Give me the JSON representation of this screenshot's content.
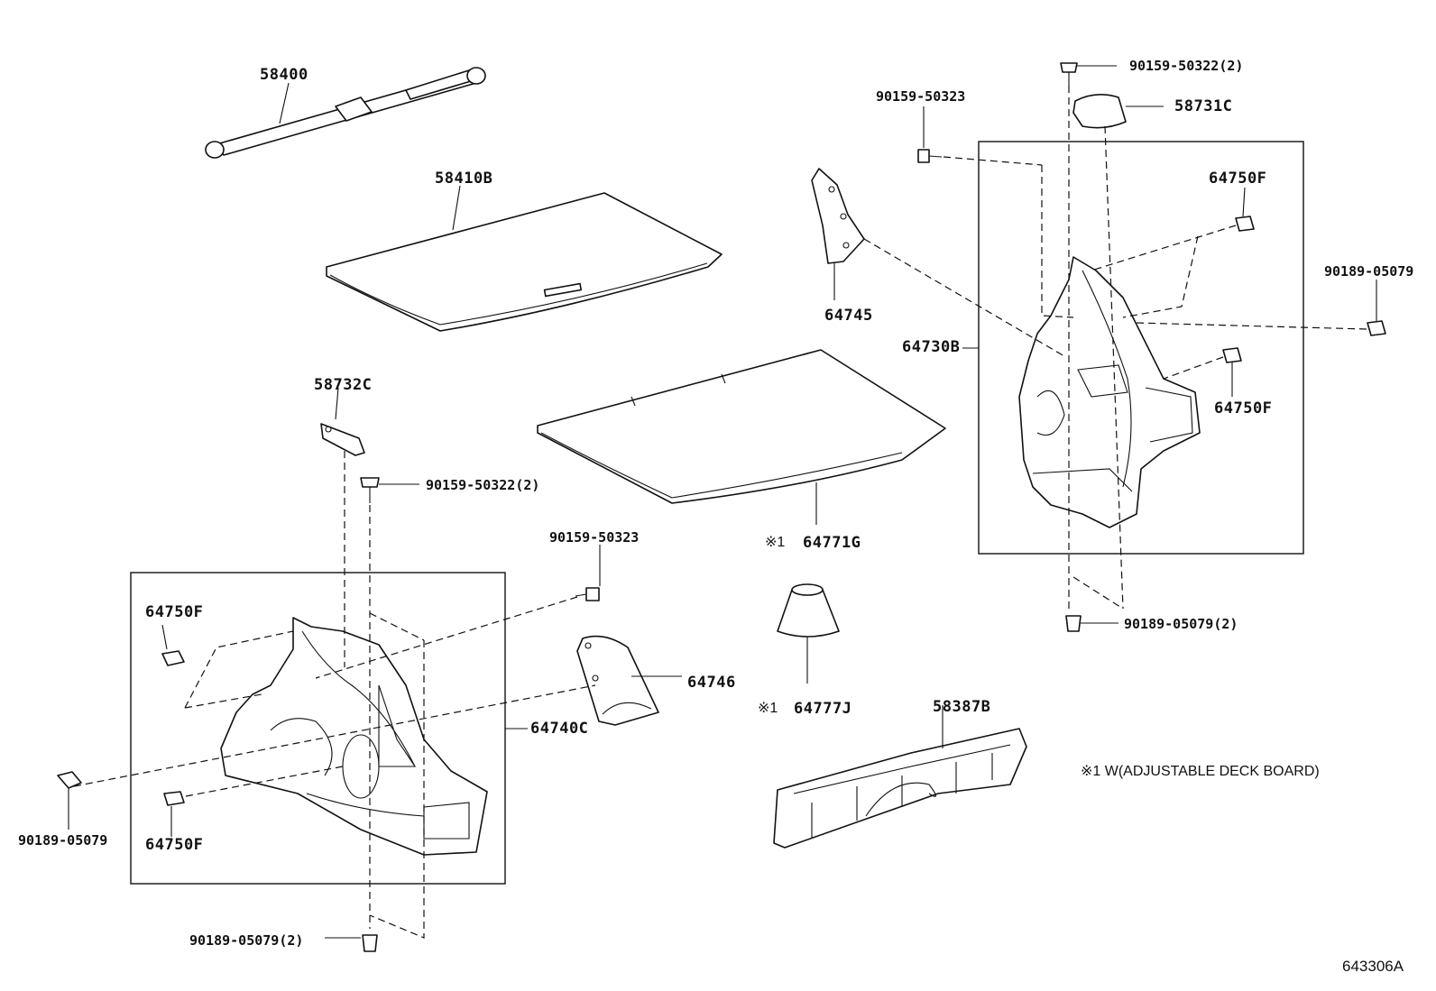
{
  "diagram": {
    "labels": {
      "p58400": "58400",
      "p58410b": "58410B",
      "p58732c": "58732C",
      "p90159_50322_2_left": "90159-50322(2)",
      "p90159_50323_mid": "90159-50323",
      "p64750f_left_top": "64750F",
      "p64750f_left_bottom": "64750F",
      "p90189_05079_left": "90189-05079",
      "p64740c": "64740C",
      "p64746": "64746",
      "p90189_05079_2_bottom": "90189-05079(2)",
      "p64771g_marker": "※1",
      "p64771g": "64771G",
      "p64745": "64745",
      "p64777j_marker": "※1",
      "p64777j": "64777J",
      "p58387b": "58387B",
      "p90159_50323_right": "90159-50323",
      "p90159_50322_2_right": "90159-50322(2)",
      "p58731c": "58731C",
      "p64750f_right_top": "64750F",
      "p90189_05079_right": "90189-05079",
      "p64730b": "64730B",
      "p64750f_right_bottom": "64750F",
      "p90189_05079_2_right": "90189-05079(2)"
    },
    "footnote": "※1 W(ADJUSTABLE DECK BOARD)",
    "diagram_code": "643306A"
  }
}
